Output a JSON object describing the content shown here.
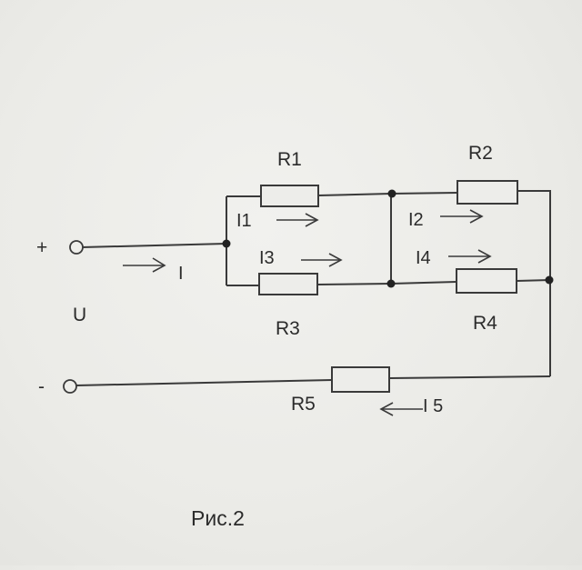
{
  "diagram": {
    "terminals": {
      "plus": "+",
      "minus": "-",
      "voltage": "U"
    },
    "resistors": [
      "R1",
      "R2",
      "R3",
      "R4",
      "R5"
    ],
    "currents": {
      "total": "I",
      "i1": "I1",
      "i2": "I2",
      "i3": "I3",
      "i4": "I4",
      "i5": "I 5"
    },
    "caption": "Рис.2"
  }
}
